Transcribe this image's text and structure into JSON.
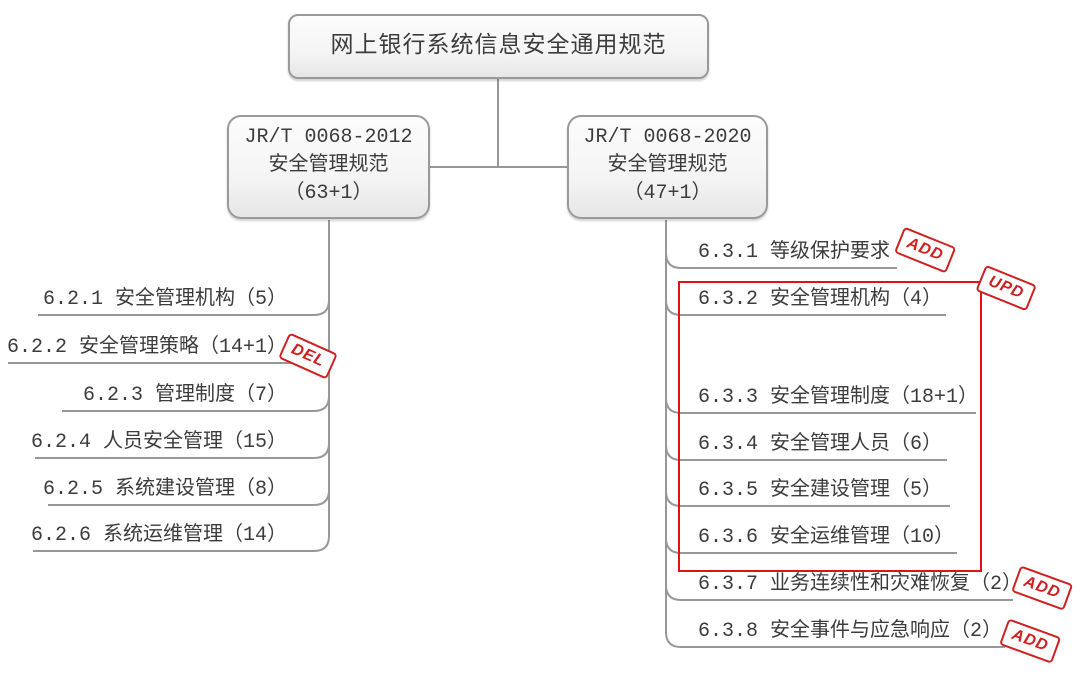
{
  "colors": {
    "line": "#989898",
    "text": "#3c3c3c",
    "stamp_red": "#cf2020",
    "highlight_red": "#e01212"
  },
  "root": {
    "title": "网上银行系统信息安全通用规范"
  },
  "branches": {
    "left": {
      "title_line1": "JR/T 0068-2012",
      "title_line2": "安全管理规范",
      "title_line3": "（63+1）",
      "items": [
        {
          "label": "6.2.1 安全管理机构（5）"
        },
        {
          "label": "6.2.2 安全管理策略（14+1）",
          "stamp": "DEL"
        },
        {
          "label": "6.2.3 管理制度（7）"
        },
        {
          "label": "6.2.4 人员安全管理（15）"
        },
        {
          "label": "6.2.5 系统建设管理（8）"
        },
        {
          "label": "6.2.6 系统运维管理（14）"
        }
      ]
    },
    "right": {
      "title_line1": "JR/T 0068-2020",
      "title_line2": "安全管理规范",
      "title_line3": "（47+1）",
      "items": [
        {
          "label": "6.3.1 等级保护要求",
          "stamp": "ADD"
        },
        {
          "label": "6.3.2 安全管理机构（4）"
        },
        {
          "label": "6.3.3 安全管理制度（18+1）"
        },
        {
          "label": "6.3.4 安全管理人员（6）"
        },
        {
          "label": "6.3.5 安全建设管理（5）"
        },
        {
          "label": "6.3.6 安全运维管理（10）"
        },
        {
          "label": "6.3.7 业务连续性和灾难恢复（2）",
          "stamp": "ADD"
        },
        {
          "label": "6.3.8 安全事件与应急响应（2）",
          "stamp": "ADD"
        }
      ]
    }
  },
  "highlight_group": {
    "stamp": "UPD",
    "covers": [
      "6.3.2",
      "6.3.3",
      "6.3.4",
      "6.3.5",
      "6.3.6"
    ]
  }
}
